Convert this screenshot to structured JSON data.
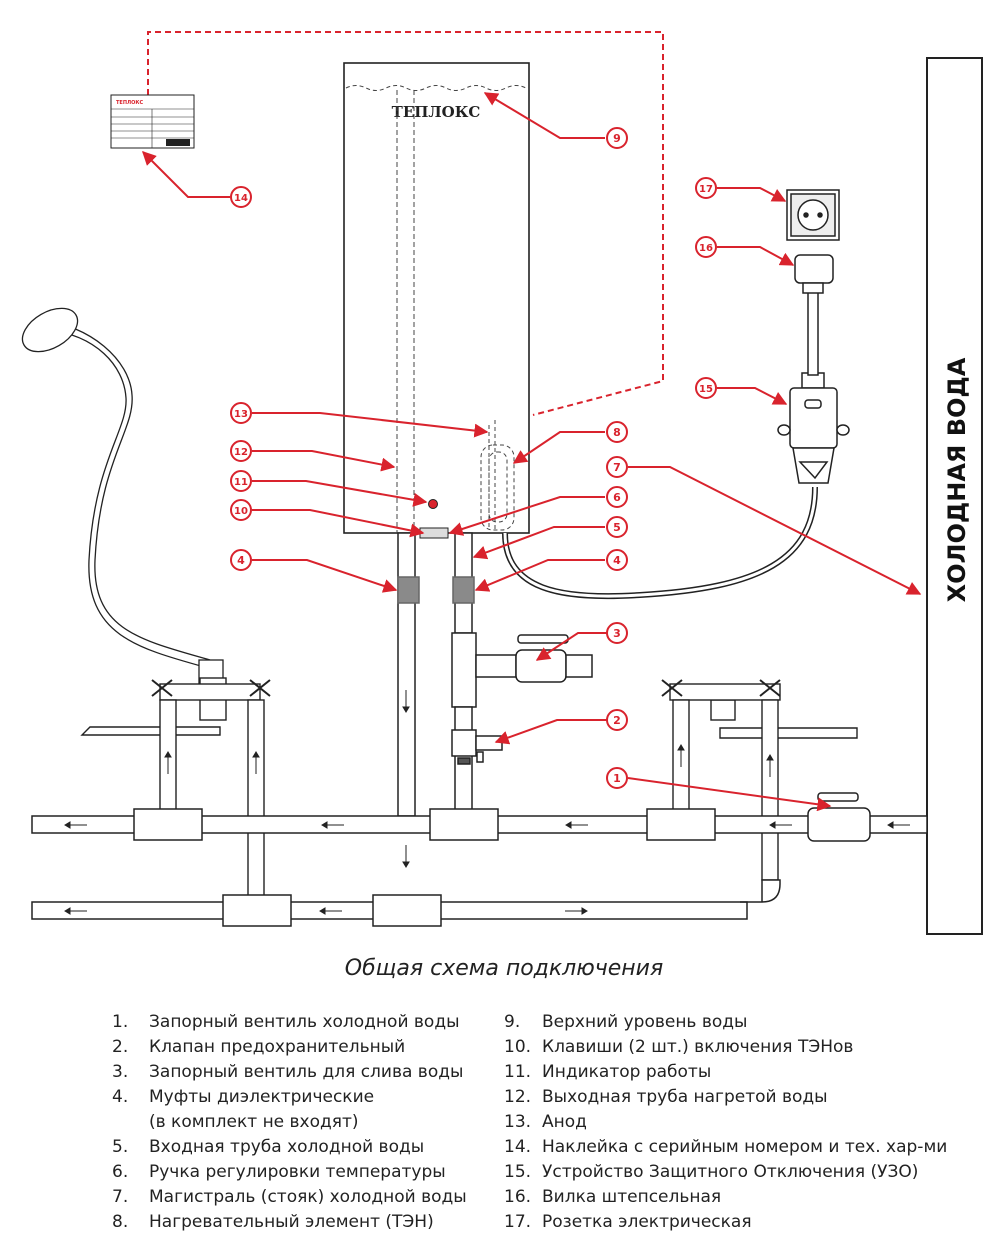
{
  "brand": "ТЕПЛОКС",
  "cold_water_label": "ХОЛОДНАЯ ВОДА",
  "caption": "Общая схема подключения",
  "callouts": [
    "1",
    "2",
    "3",
    "4",
    "5",
    "6",
    "7",
    "8",
    "9",
    "10",
    "11",
    "12",
    "13",
    "14",
    "15",
    "16",
    "17"
  ],
  "legend_left": [
    {
      "num": "1.",
      "text": "Запорный вентиль холодной воды"
    },
    {
      "num": "2.",
      "text": "Клапан предохранительный"
    },
    {
      "num": "3.",
      "text": "Запорный вентиль для слива воды"
    },
    {
      "num": "4.",
      "text": "Муфты диэлектрические"
    },
    {
      "num": "",
      "text": "(в комплект не входят)"
    },
    {
      "num": "5.",
      "text": "Входная труба холодной воды"
    },
    {
      "num": "6.",
      "text": "Ручка регулировки температуры"
    },
    {
      "num": "7.",
      "text": "Магистраль (стояк) холодной воды"
    },
    {
      "num": "8.",
      "text": "Нагревательный элемент (ТЭН)"
    }
  ],
  "legend_right": [
    {
      "num": "9.",
      "text": "Верхний уровень воды"
    },
    {
      "num": "10.",
      "text": "Клавиши (2 шт.) включения ТЭНов"
    },
    {
      "num": "11.",
      "text": "Индикатор работы"
    },
    {
      "num": "12.",
      "text": "Выходная труба нагретой воды"
    },
    {
      "num": "13.",
      "text": "Анод"
    },
    {
      "num": "14.",
      "text": "Наклейка с серийным номером и тех. хар-ми"
    },
    {
      "num": "15.",
      "text": "Устройство Защитного Отключения (УЗО)"
    },
    {
      "num": "16.",
      "text": "Вилка штепсельная"
    },
    {
      "num": "17.",
      "text": "Розетка электрическая"
    }
  ],
  "colors": {
    "callout": "#d9232d",
    "line": "#222222",
    "coupling": "#8a8a8a"
  }
}
